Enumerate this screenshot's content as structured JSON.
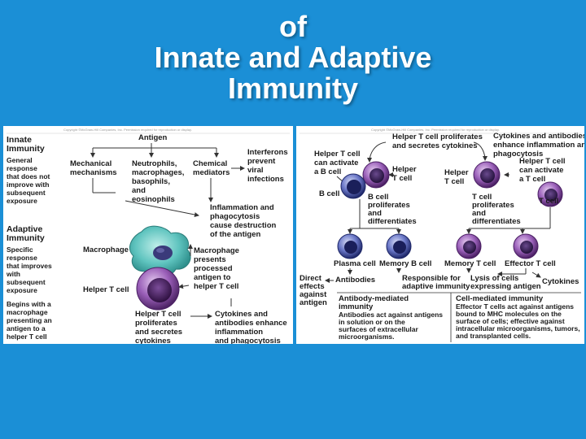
{
  "slide": {
    "title_lines": [
      "of",
      "Innate and Adaptive",
      "Immunity"
    ]
  },
  "left_panel": {
    "copyright": "Copyright ©McGraw-Hill Companies, Inc. Permission required for reproduction or display.",
    "innate": {
      "heading_1": "Innate",
      "heading_2": "Immunity",
      "desc_lines": [
        "General",
        "response",
        "that does not",
        "improve with",
        "subsequent",
        "exposure"
      ]
    },
    "adaptive": {
      "heading_1": "Adaptive",
      "heading_2": "Immunity",
      "desc_lines": [
        "Specific",
        "response",
        "that improves",
        "with",
        "subsequent",
        "exposure"
      ],
      "begins_lines": [
        "Begins with a",
        "macrophage",
        "presenting an",
        "antigen to a",
        "helper T cell"
      ]
    },
    "antigen": "Antigen",
    "mechanical_lines": [
      "Mechanical",
      "mechanisms"
    ],
    "neutrophils_lines": [
      "Neutrophils,",
      "macrophages,",
      "basophils,",
      "and",
      "eosinophils"
    ],
    "chemical_lines": [
      "Chemical",
      "mediators"
    ],
    "interferons_lines": [
      "Interferons",
      "prevent",
      "viral",
      "infections"
    ],
    "inflammation_lines": [
      "Inflammation and",
      "phagocytosis",
      "cause destruction",
      "of the antigen"
    ],
    "macrophage_label": "Macrophage",
    "presents_lines": [
      "Macrophage",
      "presents",
      "processed",
      "antigen to",
      "helper T cell"
    ],
    "helper_label": "Helper T cell",
    "proliferates_lines": [
      "Helper T cell",
      "proliferates",
      "and secretes",
      "cytokines"
    ],
    "cytokines_lines": [
      "Cytokines and",
      "antibodies enhance",
      "inflammation",
      "and phagocytosis"
    ]
  },
  "right_panel": {
    "copyright": "Copyright ©McGraw-Hill Companies, Inc. Permission required for reproduction or display.",
    "top_center_lines": [
      "Helper T cell proliferates",
      "and secretes cytokines"
    ],
    "top_right_lines": [
      "Cytokines and antibodies",
      "enhance inflammation and",
      "phagocytosis"
    ],
    "activate_b_lines": [
      "Helper T cell",
      "can activate",
      "a B cell"
    ],
    "helper_t_a_lines": [
      "Helper",
      "T cell"
    ],
    "helper_t_b_lines": [
      "Helper",
      "T cell"
    ],
    "activate_t_lines": [
      "Helper T cell",
      "can activate",
      "a T cell"
    ],
    "b_cell": "B cell",
    "b_prolif_lines": [
      "B cell",
      "proliferates",
      "and",
      "differentiates"
    ],
    "t_prolif_lines": [
      "T cell",
      "proliferates",
      "and",
      "differentiates"
    ],
    "t_cell": "T cell",
    "plasma_cell": "Plasma cell",
    "memory_b": "Memory B cell",
    "memory_t": "Memory T cell",
    "effector_t": "Effector T cell",
    "direct_lines": [
      "Direct",
      "effects",
      "against",
      "antigen"
    ],
    "antibodies": "Antibodies",
    "responsible_lines": [
      "Responsible for",
      "adaptive immunity"
    ],
    "lysis_lines": [
      "Lysis of cells",
      "expressing antigen"
    ],
    "cytokines": "Cytokines",
    "antibody_mediated_lines": [
      "Antibody-mediated",
      "immunity"
    ],
    "antibody_desc_lines": [
      "Antibodies act against antigens",
      "in solution or on the",
      "surfaces of extracellular",
      "microorganisms."
    ],
    "cell_mediated": "Cell-mediated immunity",
    "cell_desc_lines": [
      "Effector T cells act against antigens",
      "bound to MHC molecules on the",
      "surface of cells; effective against",
      "intracellular microorganisms, tumors,",
      "and transplanted cells."
    ]
  }
}
